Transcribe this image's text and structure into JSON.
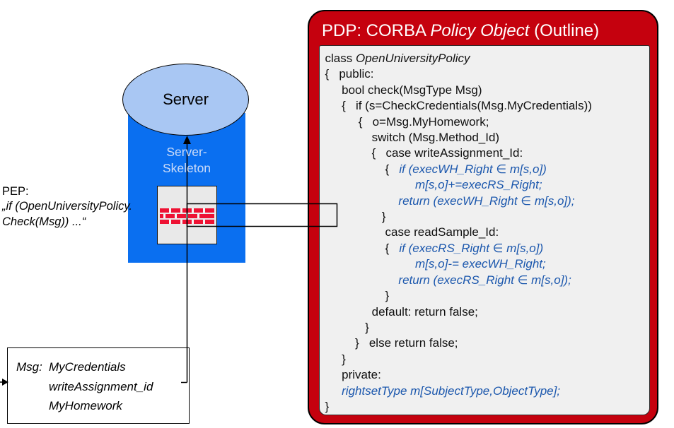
{
  "pep": {
    "label": "PEP:",
    "line1": "„if (OpenUniversityPolicy.",
    "line2": "Check(Msg)) ...“"
  },
  "server": {
    "label": "Server",
    "skeleton_line1": "Server-",
    "skeleton_line2": "Skeleton"
  },
  "msg_box": {
    "label": "Msg:",
    "items": [
      "MyCredentials",
      "writeAssignment_id",
      "MyHomework"
    ]
  },
  "pdp": {
    "title_prefix": "PDP: CORBA ",
    "title_italic": "Policy Object",
    "title_suffix": " (Outline)",
    "code_lines": [
      [
        {
          "t": "class ",
          "s": "p"
        },
        {
          "t": "OpenUniversityPolicy",
          "s": "i"
        }
      ],
      [
        {
          "t": "{   public:",
          "s": "p"
        }
      ],
      [
        {
          "t": "     bool check(MsgType Msg)",
          "s": "p"
        }
      ],
      [
        {
          "t": "     {   if (s=CheckCredentials(Msg.MyCredentials))",
          "s": "p"
        }
      ],
      [
        {
          "t": "          {   o=Msg.MyHomework;",
          "s": "p"
        }
      ],
      [
        {
          "t": "              switch (Msg.Method_Id)",
          "s": "p"
        }
      ],
      [
        {
          "t": "              {   case writeAssignment_Id:",
          "s": "p"
        }
      ],
      [
        {
          "t": "                  {   ",
          "s": "p"
        },
        {
          "t": "if (execWH_Right ∈ m[s,o])",
          "s": "b"
        }
      ],
      [
        {
          "t": "                           ",
          "s": "p"
        },
        {
          "t": "m[s,o]+=execRS_Right;",
          "s": "b"
        }
      ],
      [
        {
          "t": "                      ",
          "s": "p"
        },
        {
          "t": "return (execWH_Right ∈ m[s,o]);",
          "s": "b"
        }
      ],
      [
        {
          "t": "                 }",
          "s": "p"
        }
      ],
      [
        {
          "t": "                  case readSample_Id:",
          "s": "p"
        }
      ],
      [
        {
          "t": "                  {   ",
          "s": "p"
        },
        {
          "t": "if (execRS_Right ∈ m[s,o])",
          "s": "b"
        }
      ],
      [
        {
          "t": "                           ",
          "s": "p"
        },
        {
          "t": "m[s,o]-= execWH_Right;",
          "s": "b"
        }
      ],
      [
        {
          "t": "                      ",
          "s": "p"
        },
        {
          "t": "return (execRS_Right ∈ m[s,o]);",
          "s": "b"
        }
      ],
      [
        {
          "t": "                  }",
          "s": "p"
        }
      ],
      [
        {
          "t": "              default: return false;",
          "s": "p"
        }
      ],
      [
        {
          "t": "            }",
          "s": "p"
        }
      ],
      [
        {
          "t": "         }   else return false;",
          "s": "p"
        }
      ],
      [
        {
          "t": "     }",
          "s": "p"
        }
      ],
      [
        {
          "t": "     private:",
          "s": "p"
        }
      ],
      [
        {
          "t": "     ",
          "s": "p"
        },
        {
          "t": "rightsetType m[SubjectType,ObjectType];",
          "s": "b"
        }
      ],
      [
        {
          "t": "}",
          "s": "p"
        }
      ]
    ]
  },
  "colors": {
    "pdp_red": "#c5010e",
    "code_blue": "#1b57ad",
    "server_blue": "#0a6ff0",
    "ellipse_fill": "#a9c7f3",
    "skeleton_text": "#cddcf8",
    "brick_red": "#ee1233",
    "panel_gray": "#f0f0f0",
    "firewall_gray": "#e9e9e9"
  }
}
